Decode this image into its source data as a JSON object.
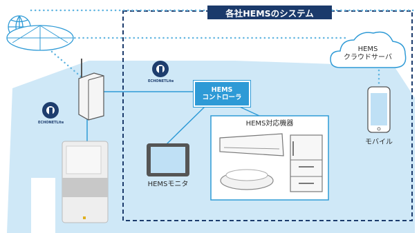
{
  "system_title": "各社HEMSのシステム",
  "controller": {
    "line1": "HEMS",
    "line2": "コントローラ"
  },
  "cloud": {
    "line1": "HEMS",
    "line2": "クラウドサーバ"
  },
  "devices_group_title": "HEMS対応機器",
  "labels": {
    "monitor": "HEMSモニタ",
    "mobile": "モバイル"
  },
  "echonet": {
    "text": "ECHONETLite"
  },
  "icons": [
    "globe-icon",
    "router-icon",
    "cloud-icon",
    "smartphone-icon",
    "tablet-icon",
    "air-conditioner-icon",
    "ceiling-light-icon",
    "refrigerator-icon",
    "power-meter-icon",
    "echonet-logo-icon"
  ],
  "colors": {
    "house": "#cfe8f7",
    "line": "#2e9ad6",
    "dash": "#1b3a6b",
    "dots": "#5fb4e0"
  }
}
